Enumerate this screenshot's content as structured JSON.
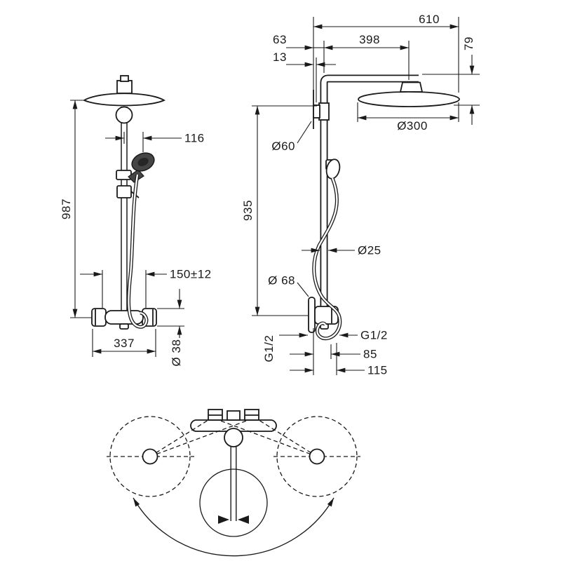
{
  "front_view": {
    "dims": {
      "total_height": "987",
      "hand_shower_offset": "116",
      "supply_spacing": "150±12",
      "valve_width": "337",
      "handle_diameter": "Ø 38"
    }
  },
  "side_view": {
    "dims": {
      "total_reach": "610",
      "wall_to_pipe": "63",
      "arm_length": "398",
      "flange_offset": "13",
      "head_height": "79",
      "head_diameter": "Ø300",
      "bracket_diameter": "Ø60",
      "pipe_length": "935",
      "pipe_diameter": "Ø25",
      "escutcheon_diameter": "Ø 68",
      "thread_left": "G1/2",
      "thread_right": "G1/2",
      "outlet_depth": "85",
      "outlet_reach": "115"
    }
  },
  "colors": {
    "ink": "#1a1a1a",
    "background": "#ffffff",
    "hand_shower": "#454545"
  }
}
